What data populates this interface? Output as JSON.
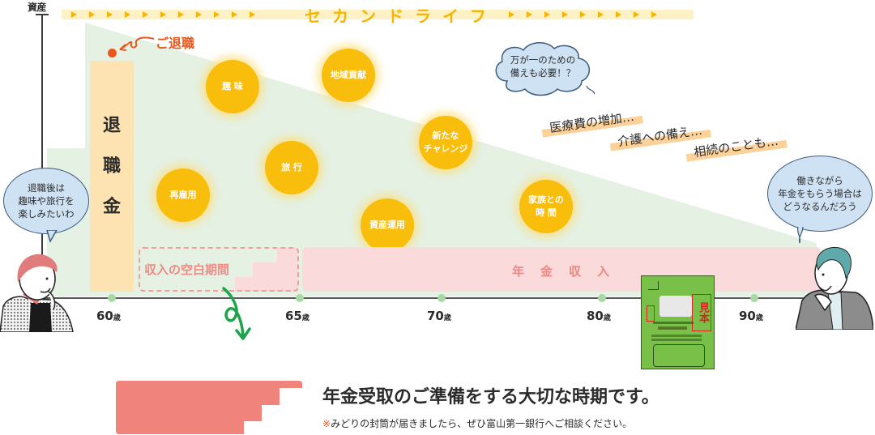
{
  "axis": {
    "y_label": "資産",
    "x_ticks": [
      {
        "num": "60",
        "unit": "歳"
      },
      {
        "num": "65",
        "unit": "歳"
      },
      {
        "num": "70",
        "unit": "歳"
      },
      {
        "num": "80",
        "unit": "歳"
      },
      {
        "num": "90",
        "unit": "歳"
      }
    ]
  },
  "band": {
    "title": "セカンドライフ"
  },
  "retirement": {
    "marker_label": "ご退職",
    "bar_chars": [
      "退",
      "職",
      "金"
    ]
  },
  "activities": [
    {
      "line1": "趣 味",
      "line2": ""
    },
    {
      "line1": "地域貢献",
      "line2": ""
    },
    {
      "line1": "新たな",
      "line2": "チャレンジ"
    },
    {
      "line1": "旅 行",
      "line2": ""
    },
    {
      "line1": "再雇用",
      "line2": ""
    },
    {
      "line1": "資産運用",
      "line2": ""
    },
    {
      "line1": "家族との",
      "line2": "時 間"
    }
  ],
  "income": {
    "gap_label": "収入の空白期間",
    "pension_label": "年金収入"
  },
  "speech": {
    "woman": [
      "退職後は",
      "趣味や旅行を",
      "楽しみたいわ"
    ],
    "cloud": [
      "万が一のための",
      "備えも必要！？"
    ],
    "man": [
      "働きながら",
      "年金をもらう場合は",
      "どうなるんだろう"
    ]
  },
  "concerns": [
    "医療費の増加…",
    "介護への備え…",
    "相続のことも…"
  ],
  "envelope": {
    "stamp": "見本"
  },
  "footer": {
    "title": "年金受取のご準備をする大切な時期です。",
    "note_mark": "※",
    "note": "みどりの封筒が届きましたら、ぜひ富山第一銀行へご相談ください。"
  },
  "colors": {
    "accent_yellow": "#f9bd0b",
    "accent_orange": "#e8571e",
    "pension_pink": "#fadada",
    "asset_green": "#e5f1e3",
    "envelope_green": "#78c048"
  }
}
